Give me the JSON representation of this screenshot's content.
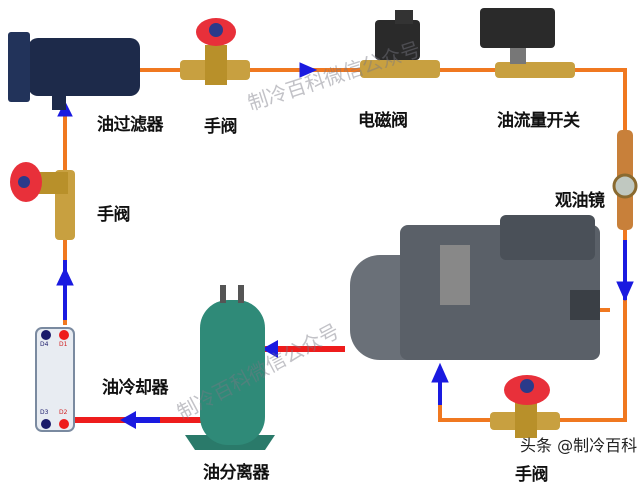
{
  "labels": {
    "oil_filter": "油过滤器",
    "manual_valve_top": "手阀",
    "solenoid_valve": "电磁阀",
    "oil_flow_switch": "油流量开关",
    "sight_glass": "观油镜",
    "manual_valve_left": "手阀",
    "oil_cooler": "油冷却器",
    "oil_separator": "油分离器",
    "manual_valve_bottom": "手阀"
  },
  "cooler_ports": {
    "d1": "D1",
    "d2": "D2",
    "d3": "D3",
    "d4": "D4"
  },
  "watermarks": {
    "top": "制冷百科微信公众号",
    "middle": "制冷百科微信公众号",
    "corner": "头条 @制冷百科"
  },
  "colors": {
    "oil_line": "#f07820",
    "hot_line": "#ee1c1c",
    "flow_arrow": "#1a1ae0",
    "valve_handle": "#e8303a",
    "separator": "#2f8a78",
    "compressor": "#5a6068"
  }
}
